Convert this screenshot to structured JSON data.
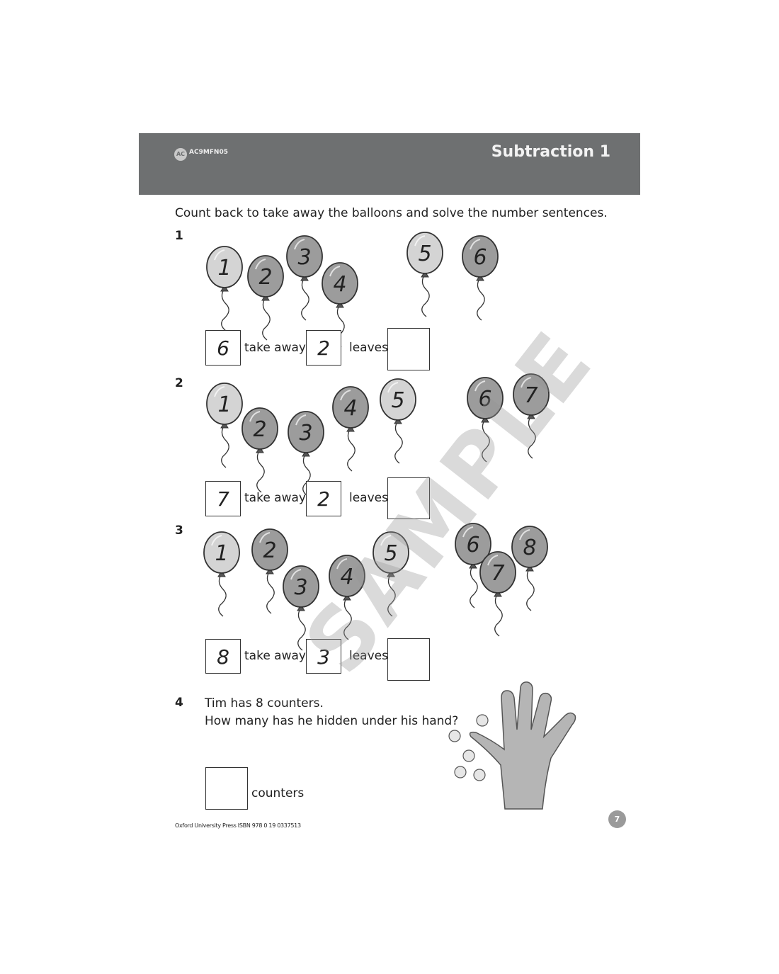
{
  "header": {
    "badge": "AC",
    "code": "AC9MFN05",
    "title": "Subtraction 1"
  },
  "instruction": "Count back to take away the balloons and solve the number sentences.",
  "colors": {
    "light_balloon": "#d4d4d4",
    "dark_balloon": "#9c9c9c",
    "header": "#6e7071"
  },
  "questions": [
    {
      "number": "1",
      "balloons": [
        {
          "n": "1",
          "shade": "light"
        },
        {
          "n": "2",
          "shade": "dark"
        },
        {
          "n": "3",
          "shade": "dark"
        },
        {
          "n": "4",
          "shade": "dark"
        },
        {
          "n": "5",
          "shade": "light"
        },
        {
          "n": "6",
          "shade": "dark"
        }
      ],
      "start": "6",
      "take_away_label": "take away",
      "amount": "2",
      "leaves_label": "leaves",
      "answer": ""
    },
    {
      "number": "2",
      "balloons": [
        {
          "n": "1",
          "shade": "light"
        },
        {
          "n": "2",
          "shade": "dark"
        },
        {
          "n": "3",
          "shade": "dark"
        },
        {
          "n": "4",
          "shade": "dark"
        },
        {
          "n": "5",
          "shade": "light"
        },
        {
          "n": "6",
          "shade": "dark"
        },
        {
          "n": "7",
          "shade": "dark"
        }
      ],
      "start": "7",
      "take_away_label": "take away",
      "amount": "2",
      "leaves_label": "leaves",
      "answer": ""
    },
    {
      "number": "3",
      "balloons": [
        {
          "n": "1",
          "shade": "light"
        },
        {
          "n": "2",
          "shade": "dark"
        },
        {
          "n": "3",
          "shade": "dark"
        },
        {
          "n": "4",
          "shade": "dark"
        },
        {
          "n": "5",
          "shade": "light"
        },
        {
          "n": "6",
          "shade": "dark"
        },
        {
          "n": "7",
          "shade": "dark"
        },
        {
          "n": "8",
          "shade": "dark"
        }
      ],
      "start": "8",
      "take_away_label": "take away",
      "amount": "3",
      "leaves_label": "leaves",
      "answer": ""
    }
  ],
  "q4": {
    "number": "4",
    "line1": "Tim has 8 counters.",
    "line2": "How many has he hidden under his hand?",
    "unit": "counters",
    "answer": "",
    "visible_counters": 5
  },
  "watermark": "SAMPLE",
  "footer": "Oxford University Press ISBN 978 0 19 0337513",
  "page_number": "7"
}
